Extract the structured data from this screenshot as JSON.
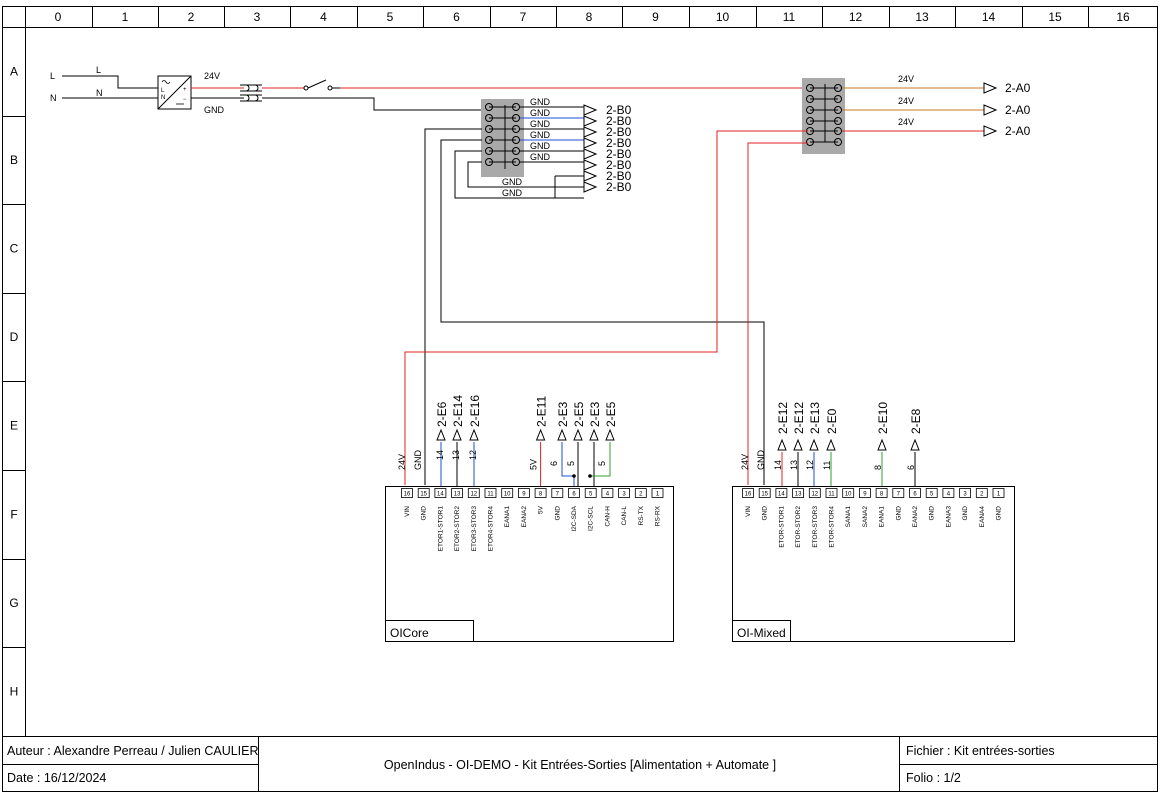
{
  "grid": {
    "columns": [
      "0",
      "1",
      "2",
      "3",
      "4",
      "5",
      "6",
      "7",
      "8",
      "9",
      "10",
      "11",
      "12",
      "13",
      "14",
      "15",
      "16"
    ],
    "rows": [
      "A",
      "B",
      "C",
      "D",
      "E",
      "F",
      "G",
      "H"
    ]
  },
  "supply": {
    "l_label": "L",
    "n_label": "N",
    "l_wire_label": "L",
    "n_wire_label": "N",
    "psu_l": "L",
    "psu_n": "N",
    "out_24v": "24V",
    "out_gnd": "GND"
  },
  "gnd_block": {
    "labels": [
      "GND",
      "GND",
      "GND",
      "GND",
      "GND",
      "GND"
    ],
    "extra_labels": [
      "GND",
      "GND"
    ],
    "refs": [
      "2-B0",
      "2-B0",
      "2-B0",
      "2-B0",
      "2-B0",
      "2-B0",
      "2-B0",
      "2-B0"
    ]
  },
  "v24_block": {
    "labels": [
      "24V",
      "24V",
      "24V"
    ],
    "refs": [
      "2-A0",
      "2-A0",
      "2-A0"
    ]
  },
  "oicore": {
    "name": "OICore",
    "wire_24v": "24V",
    "wire_gnd": "GND",
    "wire_nums": [
      "14",
      "13",
      "12"
    ],
    "refs": [
      "2-E6",
      "2-E14",
      "2-E16"
    ],
    "wire_5v": "5V",
    "nums2": [
      "6",
      "5",
      "5"
    ],
    "refs2": [
      "2-E11",
      "2-E3",
      "2-E5",
      "2-E3",
      "2-E5"
    ],
    "pins": [
      "16",
      "15",
      "14",
      "13",
      "12",
      "11",
      "10",
      "9",
      "8",
      "7",
      "6",
      "5",
      "4",
      "3",
      "2",
      "1"
    ],
    "pin_labels": [
      "VIN",
      "GND",
      "ETOR1-STOR1",
      "ETOR2-STOR2",
      "ETOR3-STOR3",
      "ETOR4-STOR4",
      "EANA1",
      "EANA2",
      "5V",
      "GND",
      "I2C-SDA",
      "I2C-SCL",
      "CAN-H",
      "CAN-L",
      "RS-TX",
      "RS-RX"
    ]
  },
  "oimixed": {
    "name": "OI-Mixed",
    "wire_24v": "24V",
    "wire_gnd": "GND",
    "wire_nums": [
      "14",
      "13",
      "12",
      "11",
      "8",
      "6"
    ],
    "refs": [
      "2-E12",
      "2-E12",
      "2-E13",
      "2-E0",
      "2-E10",
      "2-E8"
    ],
    "pins": [
      "16",
      "15",
      "14",
      "13",
      "12",
      "11",
      "10",
      "9",
      "8",
      "7",
      "6",
      "5",
      "4",
      "3",
      "2",
      "1"
    ],
    "pin_labels": [
      "VIN",
      "GND",
      "ETOR-STOR1",
      "ETOR-STOR2",
      "ETOR-STOR3",
      "ETOR-STOR4",
      "SANA1",
      "SANA2",
      "EANA1",
      "GND",
      "EANA2",
      "GND",
      "EANA3",
      "GND",
      "EANA4",
      "GND"
    ]
  },
  "title_block": {
    "author": "Auteur : Alexandre Perreau / Julien CAULIER",
    "date": "Date : 16/12/2024",
    "title": "OpenIndus - OI-DEMO - Kit Entrées-Sorties  [Alimentation + Automate ]",
    "file": "Fichier : Kit entrées-sorties",
    "folio": "Folio : 1/2"
  },
  "colors": {
    "red": "#e02020",
    "blue": "#1f4fd6",
    "green": "#2ea02e",
    "orange": "#c8782a",
    "black": "#000000",
    "terminal_gray": "#a9a9a9",
    "label_blue": "#2d6db5",
    "label_green": "#37a637",
    "label_orange": "#e07820",
    "label_yellow": "#e0b000",
    "label_purple": "#7a3a7a"
  }
}
